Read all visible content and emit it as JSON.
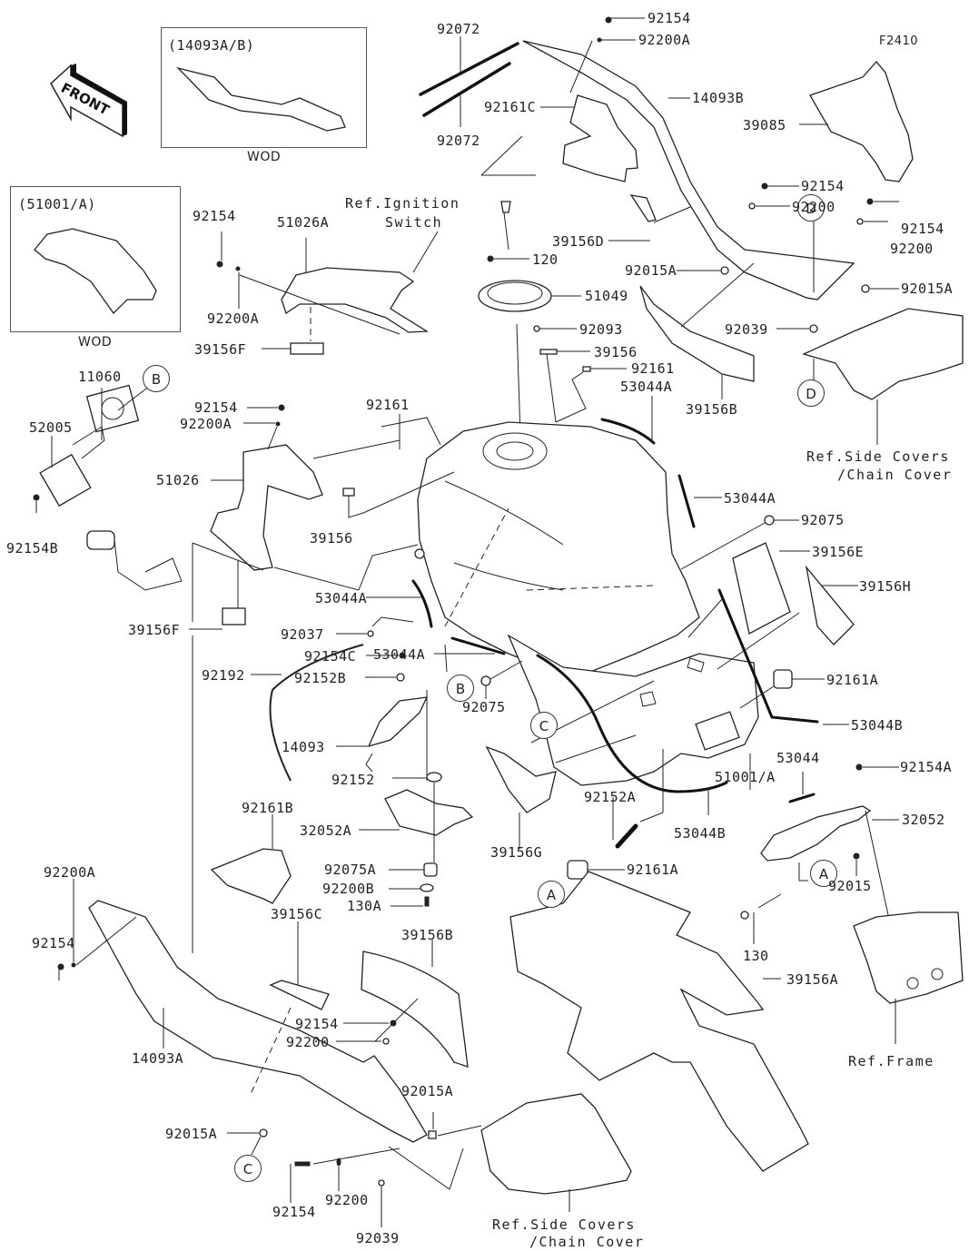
{
  "diagram": {
    "figure_code": "F2410",
    "front_indicator": "FRONT",
    "inset_boxes": [
      {
        "id": "inset-14093ab",
        "title": "(14093A/B)",
        "caption": "WOD"
      },
      {
        "id": "inset-51001a",
        "title": "(51001/A)",
        "caption": "WOD"
      }
    ],
    "callout_circles": {
      "A": "A",
      "B": "B",
      "C": "C",
      "D": "D"
    },
    "labels": {
      "l92072a": "92072",
      "l92072b": "92072",
      "l92154_top": "92154",
      "l92200a_top": "92200A",
      "l14093b": "14093B",
      "l92161c": "92161C",
      "l39085": "39085",
      "l92154_r1": "92154",
      "l92200_r1": "92200",
      "l92154_r2": "92154",
      "l92200_r2": "92200",
      "l92015a_r1": "92015A",
      "l92015a_r2": "92015A",
      "l39156d": "39156D",
      "l92039_r": "92039",
      "l92154_l": "92154",
      "l51026a": "51026A",
      "l92200a_l": "92200A",
      "l39156f_top": "39156F",
      "l120": "120",
      "l51049": "51049",
      "l92093": "92093",
      "l39156_top": "39156",
      "l92161_top": "92161",
      "l53044a_top": "53044A",
      "l39156b_top": "39156B",
      "l11060": "11060",
      "l52005": "52005",
      "l92154b": "92154B",
      "l92154_m": "92154",
      "l92200a_m": "92200A",
      "l92161_m": "92161",
      "l51026": "51026",
      "l39156_m": "39156",
      "l53044a_m1": "53044A",
      "l53044a_r": "53044A",
      "l92075_r": "92075",
      "l39156e": "39156E",
      "l39156h": "39156H",
      "l39156f_m": "39156F",
      "l92037": "92037",
      "l53044a_m2": "53044A",
      "l92192": "92192",
      "l92154c": "92154C",
      "l92152b": "92152B",
      "l92161a_r": "92161A",
      "l53044b_r": "53044B",
      "l92075_m": "92075",
      "l14093": "14093",
      "l92152": "92152",
      "l53044": "53044",
      "l92154a": "92154A",
      "l51001a": "51001/A",
      "l92161b": "92161B",
      "l32052a": "32052A",
      "l92152a": "92152A",
      "l53044b_m": "53044B",
      "l32052": "32052",
      "l39156g": "39156G",
      "l92075a": "92075A",
      "l92161a_m": "92161A",
      "l92200b": "92200B",
      "l92015": "92015",
      "l130a": "130A",
      "l130": "130",
      "l92200a_b": "92200A",
      "l92154_b1": "92154",
      "l39156c": "39156C",
      "l39156b_b": "39156B",
      "l39156a": "39156A",
      "l92154_b2": "92154",
      "l92200_b1": "92200",
      "l14093a": "14093A",
      "l92015a_b1": "92015A",
      "l92015a_b2": "92015A",
      "l92154_b3": "92154",
      "l92200_b2": "92200",
      "l92039_b": "92039"
    },
    "references": {
      "ignition_switch_1": "Ref.Ignition",
      "ignition_switch_2": "Switch",
      "side_covers_top_1": "Ref.Side Covers",
      "side_covers_top_2": "/Chain Cover",
      "frame": "Ref.Frame",
      "side_covers_bottom_1": "Ref.Side Covers",
      "side_covers_bottom_2": "/Chain Cover"
    }
  }
}
